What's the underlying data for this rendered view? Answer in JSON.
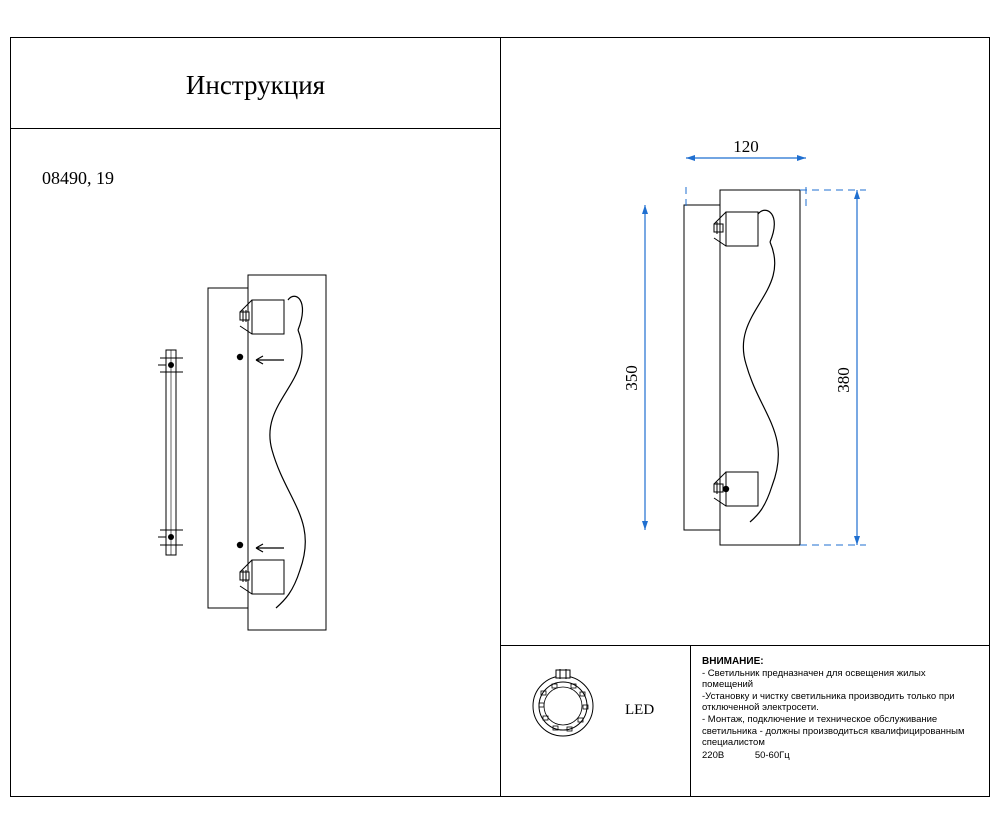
{
  "document": {
    "title": "Инструкция",
    "article_code": "08490, 19"
  },
  "labels": {
    "led": "LED"
  },
  "dimensions": {
    "width_mm": "120",
    "height_inner_mm": "350",
    "height_outer_mm": "380"
  },
  "warning": {
    "heading": "ВНИМАНИЕ:",
    "lines": [
      "- Светильник предназначен для освещения жилых помещений",
      "-Установку и чистку светильника производить только при отключенной электросети.",
      "- Монтаж, подключение и техническое обслуживание светильника - должны производиться квалифицированным специалистом"
    ],
    "voltage": "220В",
    "frequency": "50-60Гц"
  },
  "colors": {
    "line": "#000000",
    "dimension": "#1f6fd0",
    "dashed": "#1f6fd0",
    "fill": "#ffffff"
  }
}
